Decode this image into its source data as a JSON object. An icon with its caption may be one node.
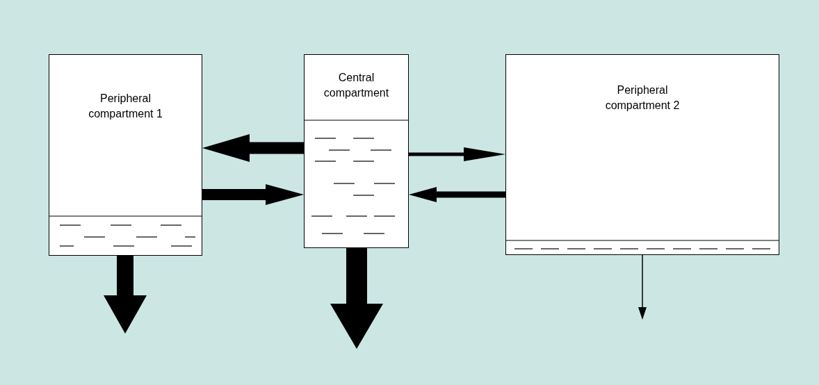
{
  "diagram": {
    "nodes": [
      {
        "text": [
          "Peripheral compartment 1"
        ]
      },
      {
        "text": [
          "Central compartment"
        ]
      },
      {
        "text": [
          "Peripheral compartment 2"
        ]
      }
    ],
    "edges": [
      {
        "from": 1,
        "to": 0,
        "arrow": "to"
      },
      {
        "from": 0,
        "to": 1,
        "arrow": "to"
      },
      {
        "from": 1,
        "to": 2,
        "arrow": "to"
      },
      {
        "from": 2,
        "to": 1,
        "arrow": "to"
      },
      {
        "from": 0,
        "to": null,
        "arrow": "to"
      },
      {
        "from": 1,
        "to": null,
        "arrow": "to"
      },
      {
        "from": 2,
        "to": null,
        "arrow": "to"
      }
    ]
  }
}
